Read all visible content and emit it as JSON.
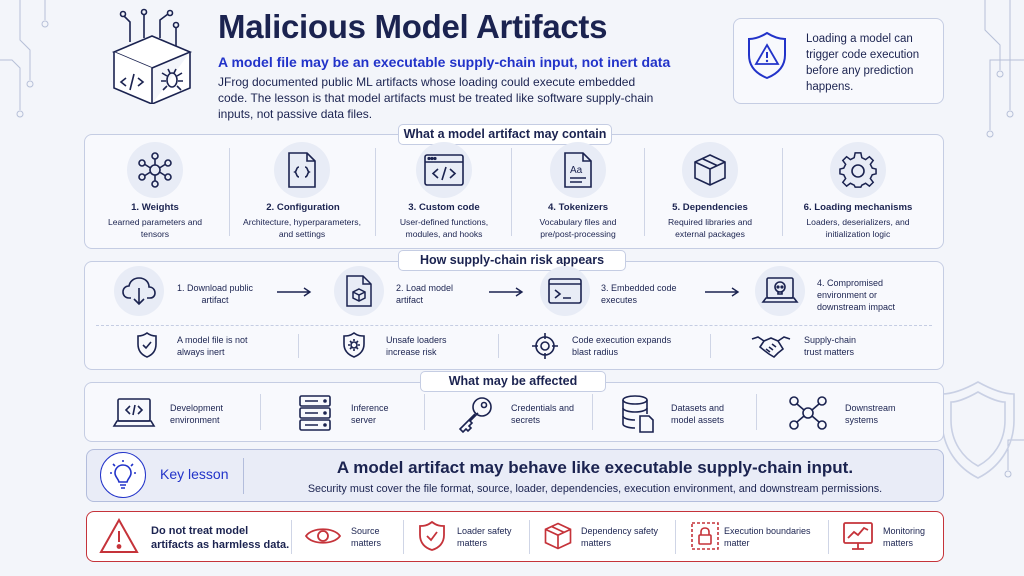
{
  "header": {
    "title": "Malicious Model Artifacts",
    "subtitle": "A model file may be an executable supply-chain input, not inert data",
    "body": "JFrog documented public ML artifacts whose loading could execute embedded code. The lesson is that model artifacts must be treated like software supply-chain inputs, not passive data files.",
    "callout": "Loading a model can trigger code execution before any prediction happens."
  },
  "contain": {
    "label": "What a model artifact may contain",
    "items": [
      {
        "title": "1. Weights",
        "desc": "Learned parameters and tensors",
        "icon": "network-icon"
      },
      {
        "title": "2. Configuration",
        "desc": "Architecture, hyperparameters, and settings",
        "icon": "config-file-icon"
      },
      {
        "title": "3. Custom code",
        "desc": "User-defined functions, modules, and hooks",
        "icon": "code-window-icon"
      },
      {
        "title": "4. Tokenizers",
        "desc": "Vocabulary files and pre/post-processing",
        "icon": "tokenizer-file-icon"
      },
      {
        "title": "5. Dependencies",
        "desc": "Required libraries and external packages",
        "icon": "package-icon"
      },
      {
        "title": "6. Loading mechanisms",
        "desc": "Loaders, deserializers, and initialization logic",
        "icon": "gear-icon"
      }
    ]
  },
  "risk": {
    "label": "How supply-chain risk appears",
    "steps": [
      {
        "text": "1. Download public artifact",
        "icon": "cloud-download-icon"
      },
      {
        "text": "2. Load model artifact",
        "icon": "file-cube-icon"
      },
      {
        "text": "3. Embedded code executes",
        "icon": "terminal-icon"
      },
      {
        "text": "4. Compromised environment or downstream impact",
        "icon": "skull-laptop-icon"
      }
    ],
    "notes": [
      {
        "text": "A model file is not always inert",
        "icon": "shield-check-icon"
      },
      {
        "text": "Unsafe loaders increase risk",
        "icon": "gear-shield-icon"
      },
      {
        "text": "Code execution expands blast radius",
        "icon": "target-icon"
      },
      {
        "text": "Supply-chain trust matters",
        "icon": "handshake-icon"
      }
    ]
  },
  "affected": {
    "label": "What may be affected",
    "items": [
      {
        "text": "Development environment",
        "icon": "laptop-code-icon"
      },
      {
        "text": "Inference server",
        "icon": "server-icon"
      },
      {
        "text": "Credentials and secrets",
        "icon": "key-icon"
      },
      {
        "text": "Datasets and model assets",
        "icon": "database-icon"
      },
      {
        "text": "Downstream systems",
        "icon": "nodes-icon"
      }
    ]
  },
  "lesson": {
    "label": "Key lesson",
    "headline": "A model artifact may behave like executable supply-chain input.",
    "detail": "Security must cover the file format, source, loader, dependencies, execution environment, and downstream permissions."
  },
  "warning": {
    "text": "Do not treat model artifacts as harmless data.",
    "items": [
      {
        "text": "Source matters",
        "icon": "eye-icon"
      },
      {
        "text": "Loader safety matters",
        "icon": "shield-check-icon"
      },
      {
        "text": "Dependency safety matters",
        "icon": "package-icon"
      },
      {
        "text": "Execution boundaries matter",
        "icon": "lock-boundary-icon"
      },
      {
        "text": "Monitoring matters",
        "icon": "monitor-chart-icon"
      }
    ]
  },
  "colors": {
    "navy": "#1b2350",
    "blue": "#2233c9",
    "red": "#c5333a",
    "border": "#c5cde3"
  }
}
